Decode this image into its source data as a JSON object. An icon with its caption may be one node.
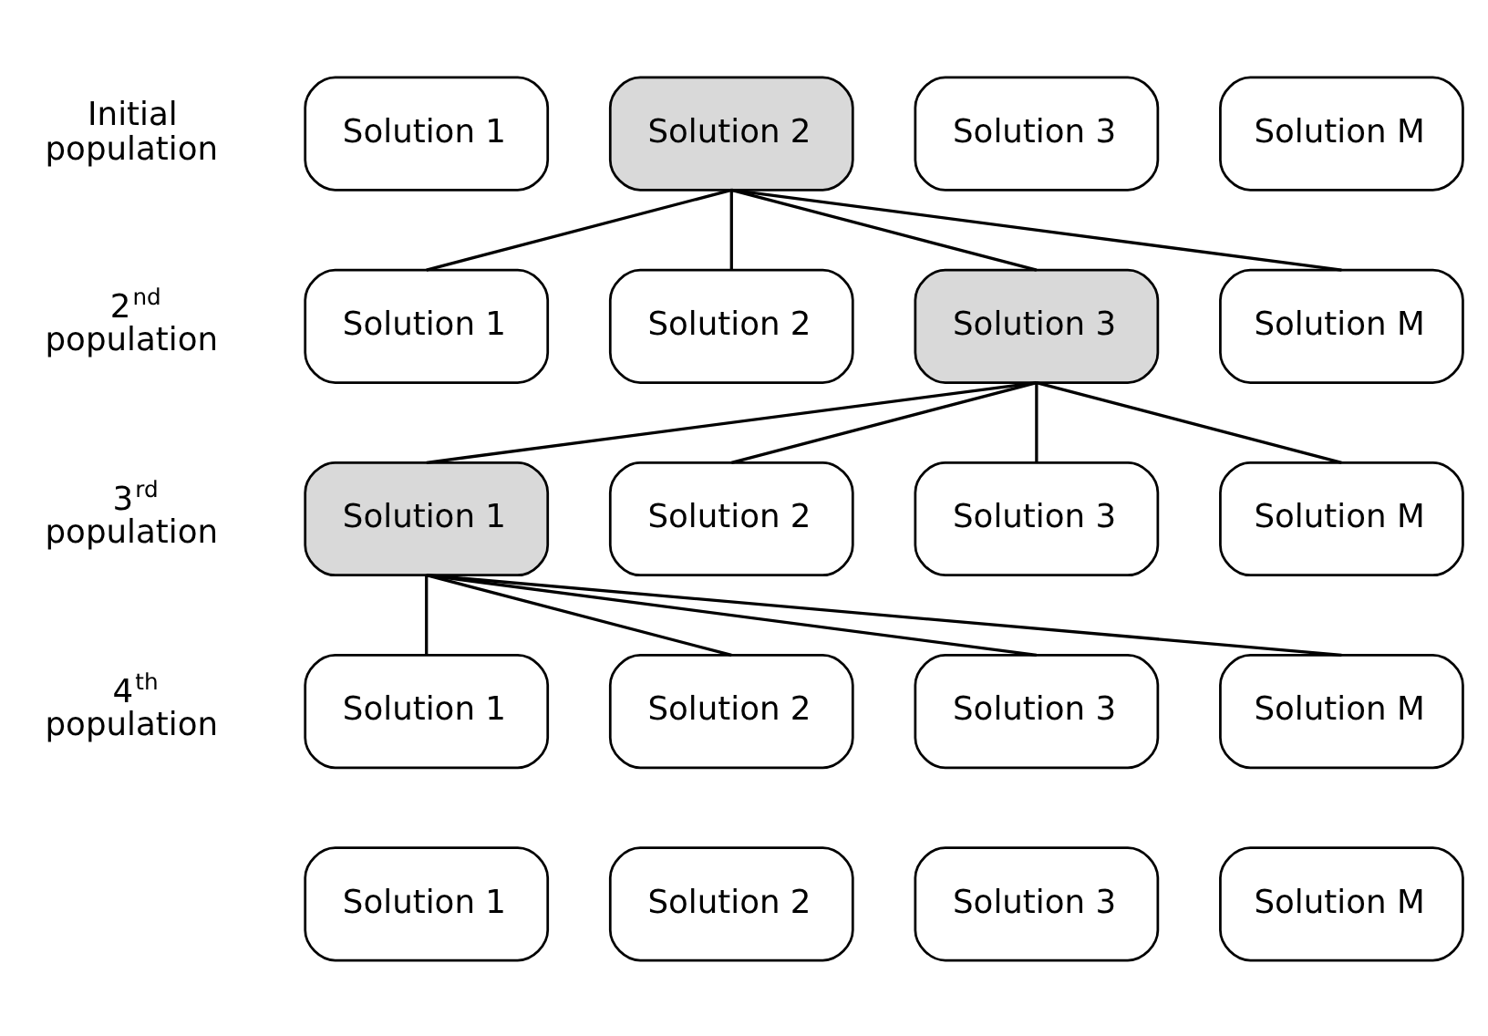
{
  "diagram": {
    "nodes": [
      {
        "text": [
          "Solution 1"
        ]
      },
      {
        "text": [
          "Solution 2"
        ]
      },
      {
        "text": [
          "Solution 3"
        ]
      },
      {
        "text": [
          "Solution M"
        ]
      },
      {
        "text": [
          "Solution 1"
        ]
      },
      {
        "text": [
          "Solution 2"
        ]
      },
      {
        "text": [
          "Solution 3"
        ]
      },
      {
        "text": [
          "Solution M"
        ]
      },
      {
        "text": [
          "Solution 1"
        ]
      },
      {
        "text": [
          "Solution 2"
        ]
      },
      {
        "text": [
          "Solution 3"
        ]
      },
      {
        "text": [
          "Solution M"
        ]
      },
      {
        "text": [
          "Solution 1"
        ]
      },
      {
        "text": [
          "Solution 2"
        ]
      },
      {
        "text": [
          "Solution 3"
        ]
      },
      {
        "text": [
          "Solution M"
        ]
      },
      {
        "text": [
          "Solution 1"
        ]
      },
      {
        "text": [
          "Solution 2"
        ]
      },
      {
        "text": [
          "Solution 3"
        ]
      },
      {
        "text": [
          "Solution M"
        ]
      }
    ],
    "edges": [
      {
        "from": 1,
        "to": 4,
        "arrow": "none"
      },
      {
        "from": 1,
        "to": 5,
        "arrow": "none"
      },
      {
        "from": 1,
        "to": 6,
        "arrow": "none"
      },
      {
        "from": 1,
        "to": 7,
        "arrow": "none"
      },
      {
        "from": 6,
        "to": 8,
        "arrow": "none"
      },
      {
        "from": 6,
        "to": 9,
        "arrow": "none"
      },
      {
        "from": 6,
        "to": 10,
        "arrow": "none"
      },
      {
        "from": 6,
        "to": 11,
        "arrow": "none"
      },
      {
        "from": 8,
        "to": 12,
        "arrow": "none"
      },
      {
        "from": 8,
        "to": 13,
        "arrow": "none"
      },
      {
        "from": 8,
        "to": 14,
        "arrow": "none"
      },
      {
        "from": 8,
        "to": 15,
        "arrow": "none"
      }
    ],
    "labels": [
      "Initial population",
      "2$^{nd}$ population",
      "3$^{rd}$ population",
      "4$^{th}$ population"
    ]
  }
}
